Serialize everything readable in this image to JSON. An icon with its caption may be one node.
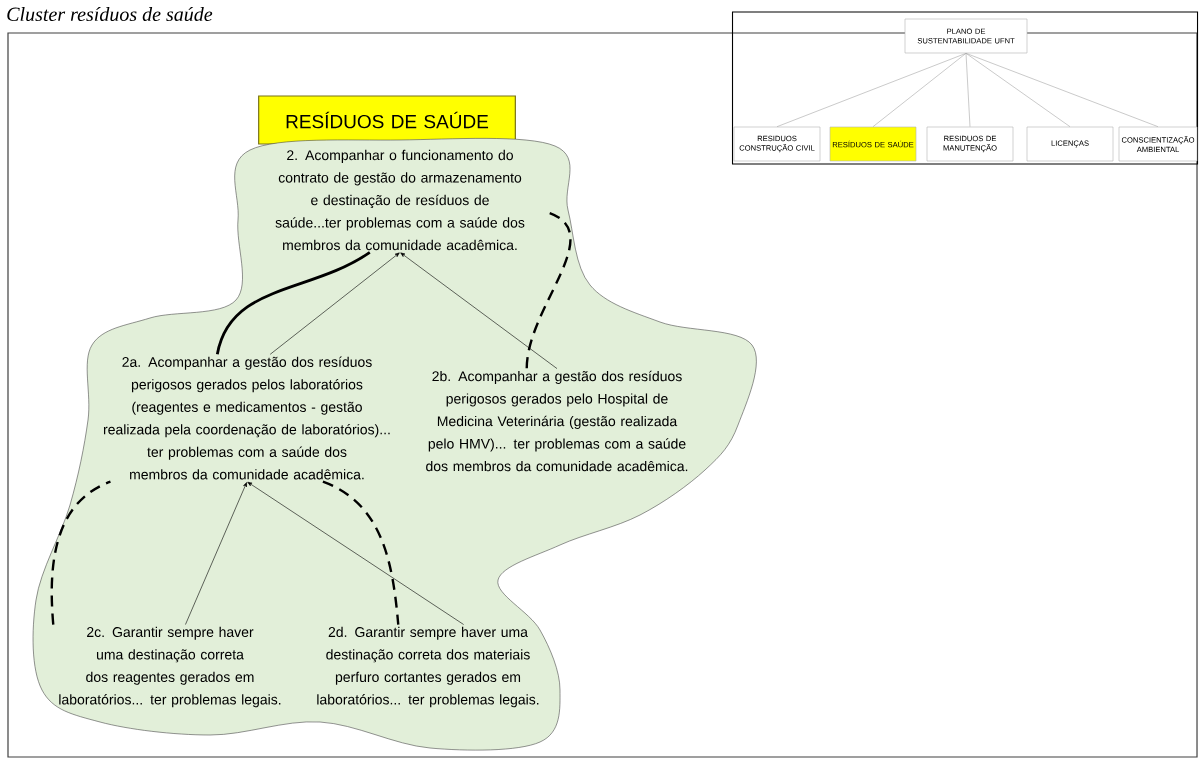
{
  "diagram": {
    "title": "Cluster resíduos de saúde",
    "nodes": [
      {
        "text": [
          "RESÍDUOS DE SAÚDE"
        ]
      },
      {
        "text": [],
        "shape": "cloud"
      },
      {
        "text": [
          "2. Acompanhar o funcionamento do contrato de gestão do armazenamento e destinação de resíduos de saúde...ter problemas com a saúde dos membros da comunidade acadêmica."
        ],
        "in": 1
      },
      {
        "text": [
          "2a. Acompanhar a gestão dos resíduos perigosos gerados pelos laboratórios (reagentes e medicamentos - gestão realizada pela coordenação de laboratórios)... ter problemas com a saúde dos membros da comunidade acadêmica."
        ],
        "in": 1
      },
      {
        "text": [
          "2b. Acompanhar a gestão dos resíduos perigosos gerados pelo Hospital de Medicina Veterinária (gestão realizada pelo HMV)... ter problemas com a saúde dos membros da comunidade acadêmica."
        ],
        "in": 1
      },
      {
        "text": [
          "2c. Garantir sempre haver uma destinação correta dos reagentes gerados em laboratórios... ter problemas legais."
        ],
        "in": 1
      },
      {
        "text": [
          "2d. Garantir sempre haver uma destinação correta dos materiais perfuro cortantes gerados em laboratórios... ter problemas legais."
        ],
        "in": 1
      },
      {
        "text": [],
        "shape": "box"
      },
      {
        "text": [
          "PLANO DE SUSTENTABILIDADE UFNT"
        ],
        "in": 7
      },
      {
        "text": [
          "RESIDUOS CONSTRUÇÃO CIVIL"
        ],
        "in": 7
      },
      {
        "text": [
          "RESÍDUOS DE SAÚDE"
        ],
        "in": 7
      },
      {
        "text": [
          "RESIDUOS DE MANUTENÇÃO"
        ],
        "in": 7
      },
      {
        "text": [
          "LICENÇAS"
        ],
        "in": 7
      },
      {
        "text": [
          "CONSCIENTIZAÇÃO AMBIENTAL"
        ],
        "in": 7
      }
    ],
    "edges": [
      {
        "from": 3,
        "to": 2,
        "arrow": "to"
      },
      {
        "from": 4,
        "to": 2,
        "arrow": "to"
      },
      {
        "from": 5,
        "to": 3,
        "arrow": "to"
      },
      {
        "from": 6,
        "to": 3,
        "arrow": "to"
      },
      {
        "from": 3,
        "to": 2,
        "arrow": "none",
        "style": "thick"
      },
      {
        "from": 2,
        "to": 4,
        "arrow": "none",
        "style": "dashed"
      },
      {
        "from": 5,
        "to": 3,
        "arrow": "none",
        "style": "dashed"
      },
      {
        "from": 3,
        "to": 6,
        "arrow": "none",
        "style": "dashed"
      },
      {
        "from": 8,
        "to": 9,
        "arrow": "none",
        "color": "#a6a6a6"
      },
      {
        "from": 8,
        "to": 10,
        "arrow": "none",
        "color": "#a6a6a6"
      },
      {
        "from": 8,
        "to": 11,
        "arrow": "none",
        "color": "#a6a6a6"
      },
      {
        "from": 8,
        "to": 12,
        "arrow": "none",
        "color": "#a6a6a6"
      },
      {
        "from": 8,
        "to": 13,
        "arrow": "none",
        "color": "#a6a6a6"
      }
    ]
  }
}
